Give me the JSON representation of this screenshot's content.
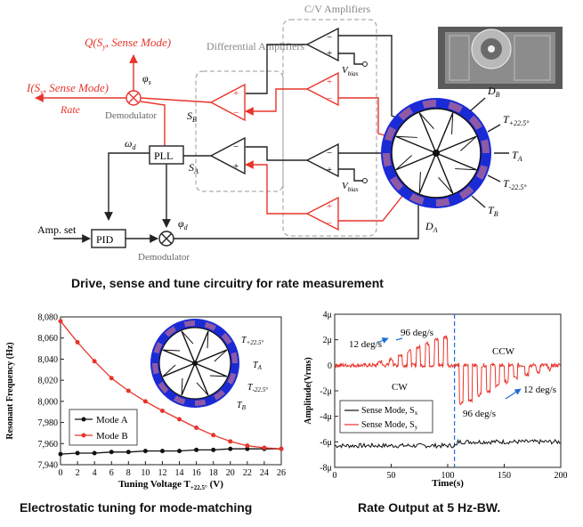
{
  "top_diagram": {
    "cv_amplifiers_label": "C/V Amplifiers",
    "differential_amplifiers_label": "Differential Amplifiers",
    "q_output_label": "Q(S",
    "q_output_sub": "y",
    "q_output_suffix": ", Sense Mode)",
    "i_output_label": "I(S",
    "i_output_sub": "y",
    "i_output_suffix": ", Sense Mode)",
    "rate_label": "Rate",
    "phi_s_label": "φ",
    "phi_s_sub": "s",
    "demodulator_top_label": "Demodulator",
    "demodulator_bottom_label": "Demodulator",
    "omega_d_label": "ω",
    "omega_d_sub": "d",
    "pll_label": "PLL",
    "pid_label": "PID",
    "amp_set_label": "Amp. set",
    "phi_d_label": "φ",
    "phi_d_sub": "d",
    "sb_label": "S",
    "sb_sub": "B",
    "sa_label": "S",
    "sa_sub": "A",
    "vbias_label": "V",
    "vbias_sub": "bias",
    "db_label": "D",
    "db_sub": "B",
    "da_label": "D",
    "da_sub": "A",
    "t_plus_label": "T",
    "t_plus_sub": "+22.5°",
    "ta_label": "T",
    "ta_sub": "A",
    "t_minus_label": "T",
    "t_minus_sub": "-22.5°",
    "tb_label": "T",
    "tb_sub": "B",
    "plus_sign": "+",
    "minus_sign": "−"
  },
  "captions": {
    "top": "Drive, sense and tune circuitry for rate measurement",
    "left": "Electrostatic tuning for mode-matching",
    "right": "Rate Output at 5 Hz-BW."
  },
  "colors": {
    "red": "#e8342a",
    "blue": "#1a2bd6",
    "purple": "#8e5aa6",
    "black": "#222222"
  },
  "chart_data": [
    {
      "type": "line",
      "xlabel": "Tuning Voltage T",
      "xlabel_sub": "+22.5°",
      "xlabel_suffix": " (V)",
      "ylabel": "Resonant Frequency (Hz)",
      "xlim": [
        0,
        26
      ],
      "ylim": [
        7940,
        8080
      ],
      "x_ticks": [
        0,
        2,
        4,
        6,
        8,
        10,
        12,
        14,
        16,
        18,
        20,
        22,
        24,
        26
      ],
      "y_ticks": [
        "7,940",
        "7,960",
        "7,980",
        "8,000",
        "8,020",
        "8,040",
        "8,060",
        "8,080"
      ],
      "y_tick_values": [
        7940,
        7960,
        7980,
        8000,
        8020,
        8040,
        8060,
        8080
      ],
      "legend_position": "bottom-left",
      "inset_labels": {
        "t_plus": "T",
        "t_plus_sub": "+22.5°",
        "ta": "T",
        "ta_sub": "A",
        "t_minus": "T",
        "t_minus_sub": "-22.5°",
        "tb": "T",
        "tb_sub": "B"
      },
      "series": [
        {
          "name": "Mode A",
          "color": "#111111",
          "x": [
            0,
            2,
            4,
            6,
            8,
            10,
            12,
            14,
            16,
            18,
            20,
            22,
            24,
            26
          ],
          "y": [
            7950,
            7951,
            7951,
            7952,
            7952,
            7953,
            7953,
            7953,
            7954,
            7954,
            7955,
            7955,
            7955,
            7955
          ]
        },
        {
          "name": "Mode B",
          "color": "#e8342a",
          "x": [
            0,
            2,
            4,
            6,
            8,
            10,
            12,
            14,
            16,
            18,
            20,
            22,
            24,
            26
          ],
          "y": [
            8076,
            8056,
            8038,
            8022,
            8010,
            8000,
            7991,
            7983,
            7975,
            7968,
            7962,
            7958,
            7956,
            7955
          ]
        }
      ]
    },
    {
      "type": "line",
      "xlabel": "Time(s)",
      "ylabel": "Amplitude(Vrms)",
      "xlim": [
        0,
        200
      ],
      "ylim": [
        -8,
        4
      ],
      "x_ticks": [
        0,
        50,
        100,
        150,
        200
      ],
      "y_ticks": [
        "4μ",
        "2μ",
        "0",
        "-2μ",
        "-4μ",
        "-6μ",
        "-8μ"
      ],
      "y_tick_values": [
        4,
        2,
        0,
        -2,
        -4,
        -6,
        -8
      ],
      "legend_position": "bottom-left",
      "divider_x": 106,
      "annotations": {
        "rate_low_cw": "12 deg/s",
        "rate_high_cw": "96 deg/s",
        "ccw": "CCW",
        "cw": "CW",
        "rate_high_ccw": "96 deg/s",
        "rate_low_ccw": "12 deg/s"
      },
      "series": [
        {
          "name": "Sense Mode, S",
          "name_sub": "x",
          "color": "#111111",
          "baseline": -6.3
        },
        {
          "name": "Sense Mode, S",
          "name_sub": "y",
          "color": "#e8342a",
          "baseline": 0,
          "pulses_cw": [
            {
              "t": 40,
              "amp": 0.3
            },
            {
              "t": 50,
              "amp": 0.5
            },
            {
              "t": 58,
              "amp": 0.8
            },
            {
              "t": 66,
              "amp": 1.1
            },
            {
              "t": 74,
              "amp": 1.4
            },
            {
              "t": 82,
              "amp": 1.7
            },
            {
              "t": 90,
              "amp": 2.0
            },
            {
              "t": 98,
              "amp": 2.2
            }
          ],
          "pulses_ccw": [
            {
              "t": 112,
              "amp": -3.0
            },
            {
              "t": 120,
              "amp": -2.7
            },
            {
              "t": 128,
              "amp": -2.3
            },
            {
              "t": 136,
              "amp": -2.0
            },
            {
              "t": 144,
              "amp": -1.6
            },
            {
              "t": 152,
              "amp": -1.3
            },
            {
              "t": 160,
              "amp": -1.0
            },
            {
              "t": 170,
              "amp": -0.7
            },
            {
              "t": 180,
              "amp": -0.5
            },
            {
              "t": 190,
              "amp": -0.3
            }
          ]
        }
      ]
    }
  ]
}
